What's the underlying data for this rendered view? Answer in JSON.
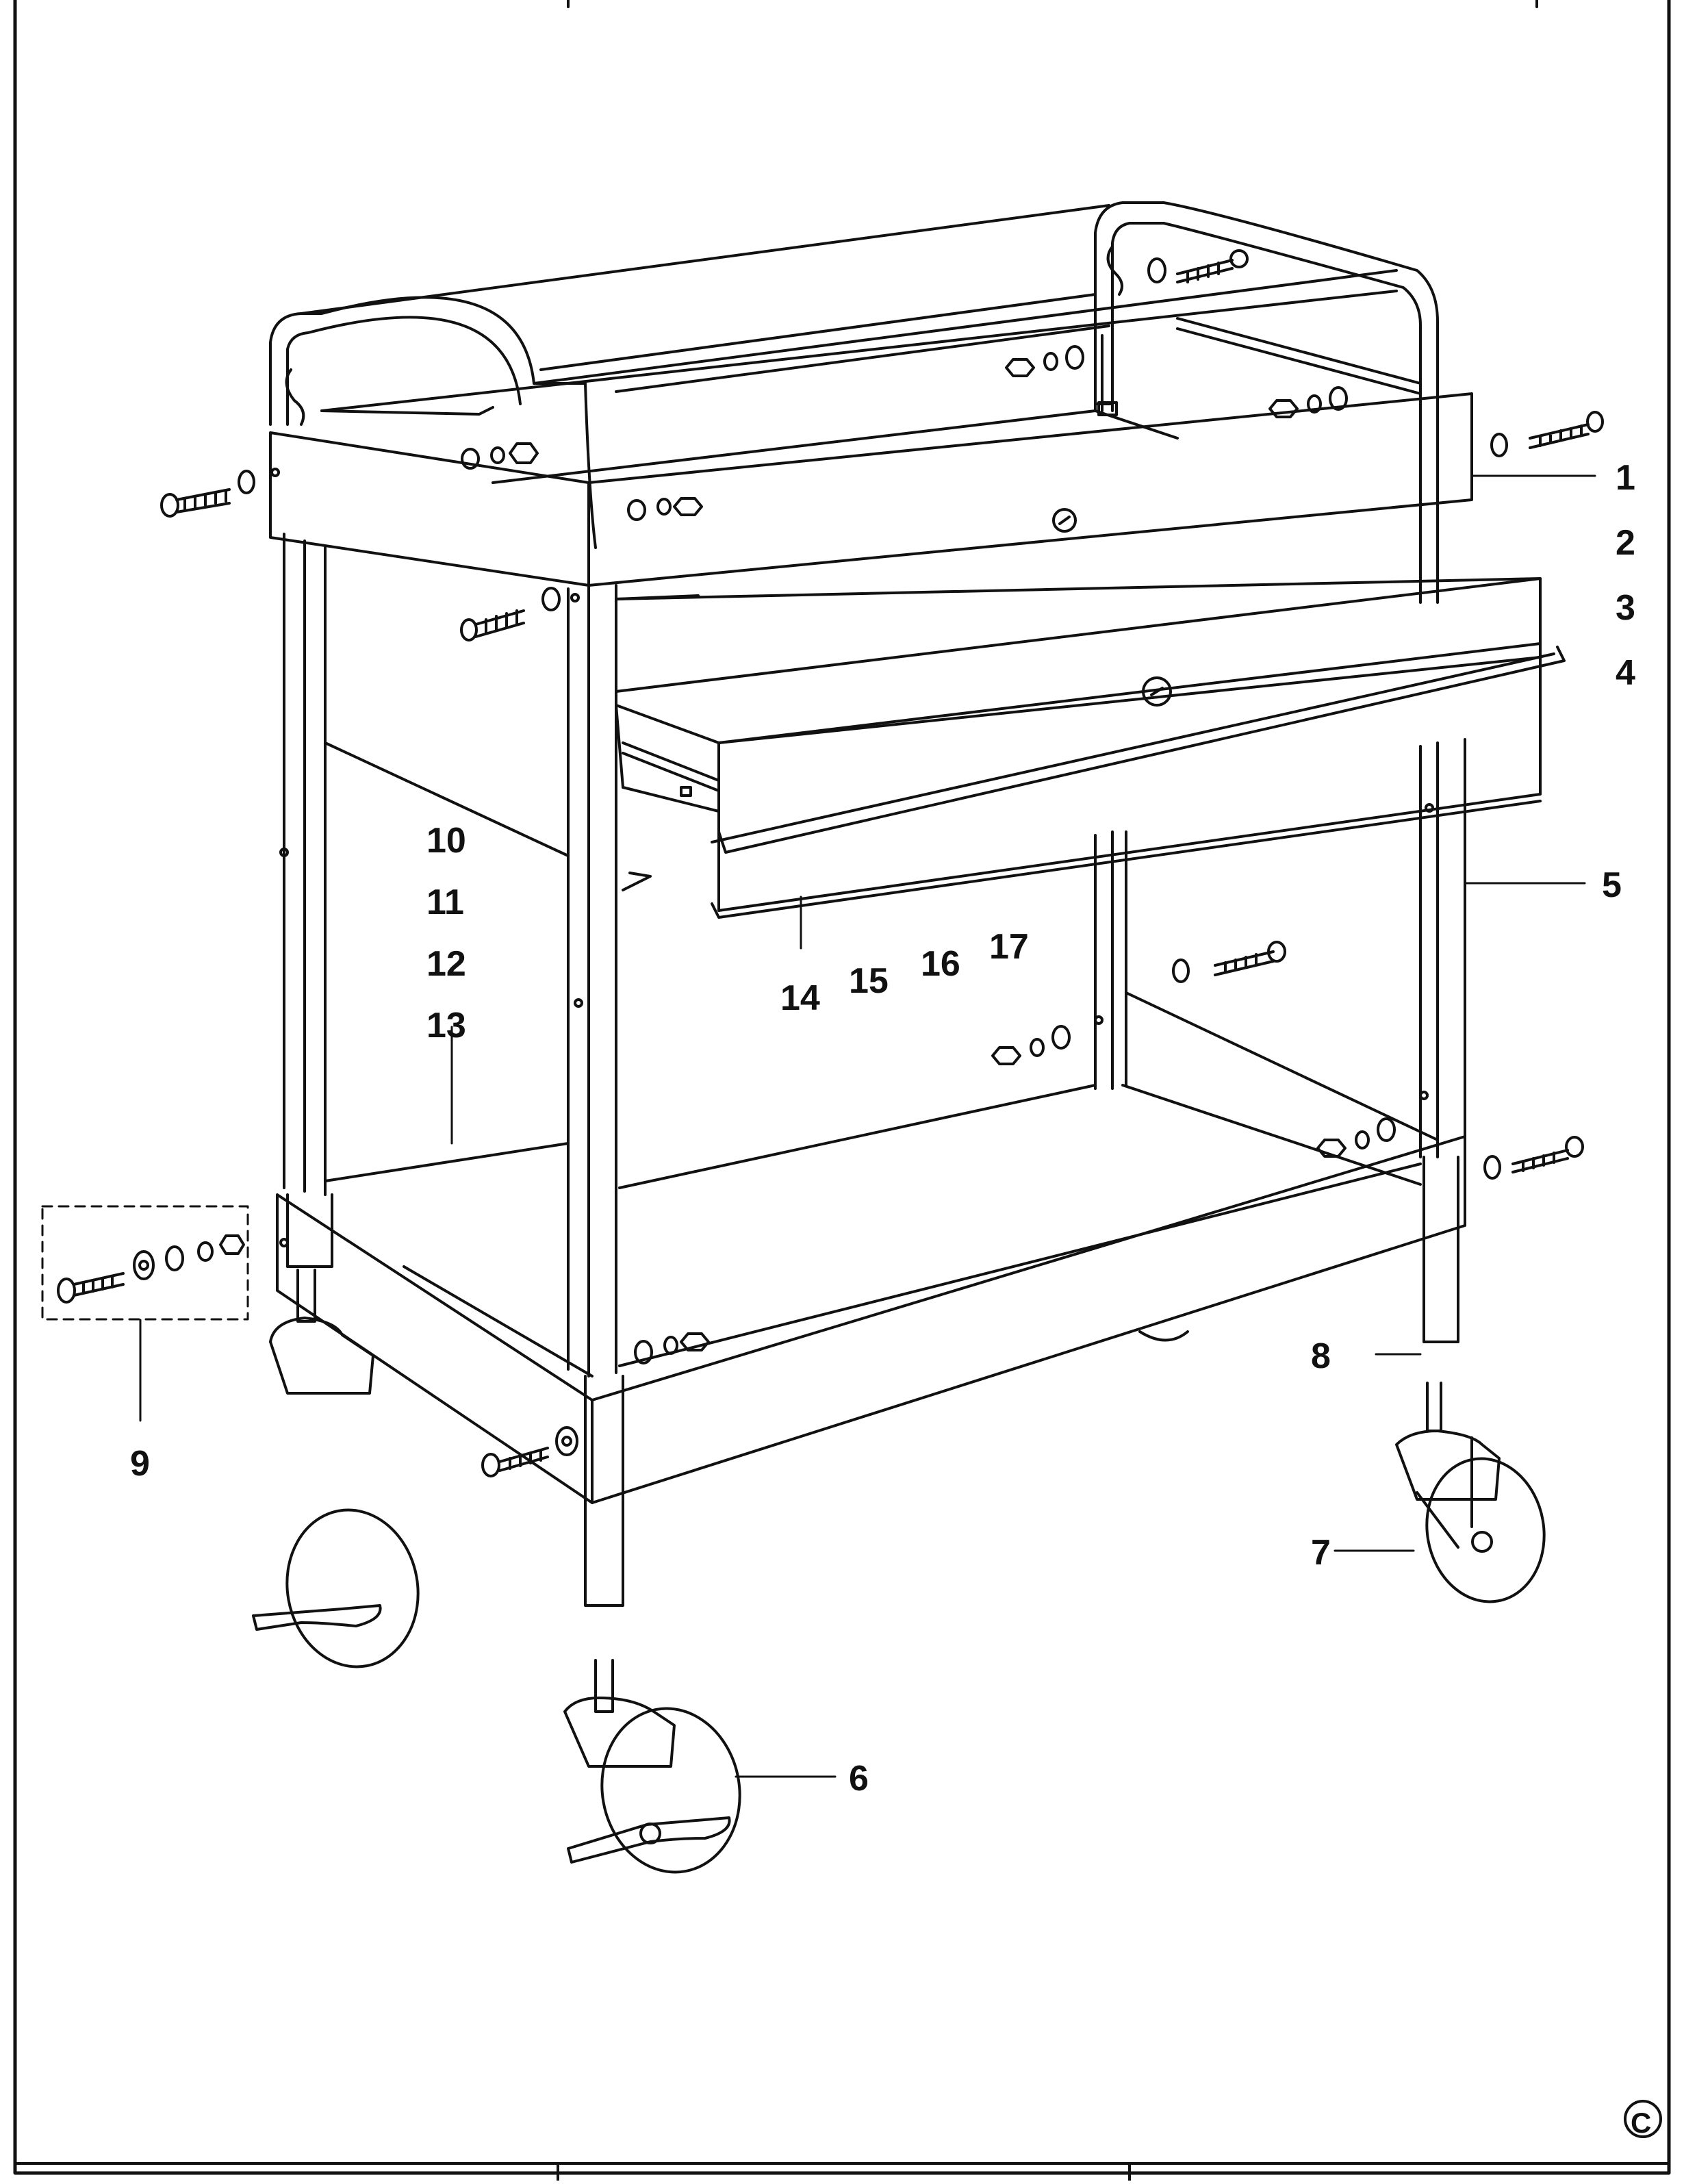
{
  "diagram": {
    "labels": [
      {
        "id": "1",
        "text": "1"
      },
      {
        "id": "2",
        "text": "2"
      },
      {
        "id": "3",
        "text": "3"
      },
      {
        "id": "4",
        "text": "4"
      },
      {
        "id": "5",
        "text": "5"
      },
      {
        "id": "6",
        "text": "6"
      },
      {
        "id": "7",
        "text": "7"
      },
      {
        "id": "8",
        "text": "8"
      },
      {
        "id": "9",
        "text": "9"
      },
      {
        "id": "10",
        "text": "10"
      },
      {
        "id": "11",
        "text": "11"
      },
      {
        "id": "12",
        "text": "12"
      },
      {
        "id": "13",
        "text": "13"
      },
      {
        "id": "14",
        "text": "14"
      },
      {
        "id": "15",
        "text": "15"
      },
      {
        "id": "16",
        "text": "16"
      },
      {
        "id": "17",
        "text": "17"
      }
    ],
    "copyright_symbol": "©",
    "line_color": "#111111",
    "background": "#ffffff"
  }
}
